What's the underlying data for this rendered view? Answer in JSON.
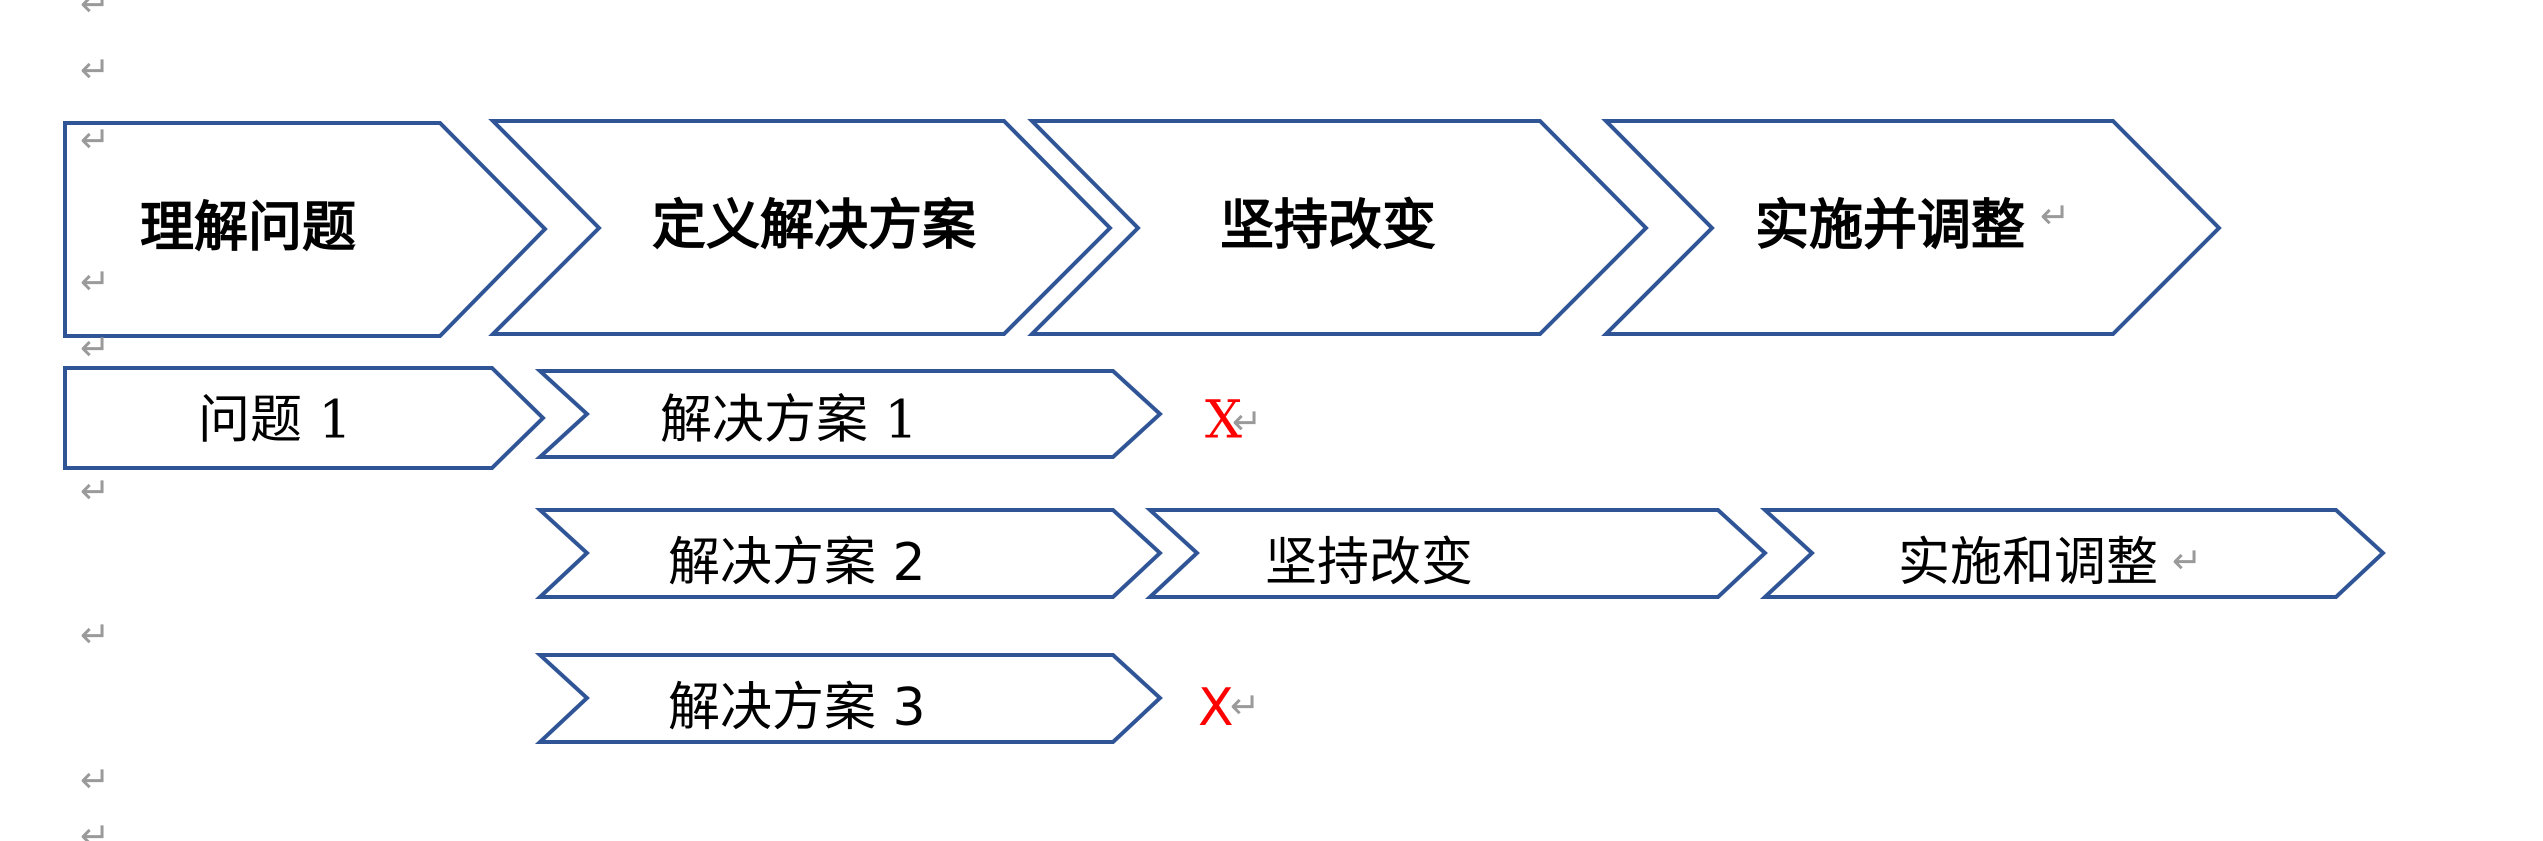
{
  "header_steps": [
    {
      "label": "理解问题"
    },
    {
      "label": "定义解决方案"
    },
    {
      "label": "坚持改变"
    },
    {
      "label": "实施并调整"
    }
  ],
  "problem": {
    "label": "问题 1"
  },
  "solution_1": {
    "label": "解决方案 1",
    "status": "X"
  },
  "solution_2": {
    "label": "解决方案 2",
    "next": "坚持改变",
    "final": "实施和调整"
  },
  "solution_3": {
    "label": "解决方案 3",
    "status": "X"
  },
  "colors": {
    "outline": "#2f5597",
    "reject": "#ff0000",
    "text": "#000000",
    "paragraph_mark": "#9a9a9a"
  },
  "paragraph_mark": "↵"
}
